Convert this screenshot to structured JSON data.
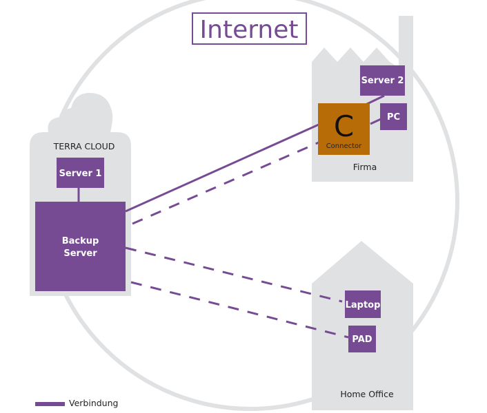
{
  "title": "Internet",
  "colors": {
    "purple": "#774b94",
    "connector": "#b86c08",
    "gray": "#e0e1e3",
    "text_dark": "#222222",
    "white": "#ffffff"
  },
  "locations": {
    "cloud": {
      "label": "TERRA CLOUD",
      "shape": "cloud"
    },
    "firma": {
      "label": "Firma",
      "shape": "factory"
    },
    "home_office": {
      "label": "Home Office",
      "shape": "house"
    }
  },
  "nodes": {
    "server1": {
      "label": "Server 1",
      "location": "cloud"
    },
    "backup_server": {
      "label_line1": "Backup",
      "label_line2": "Server",
      "location": "cloud"
    },
    "server2": {
      "label": "Server 2",
      "location": "firma"
    },
    "pc": {
      "label": "PC",
      "location": "firma"
    },
    "connector": {
      "letter": "C",
      "label": "Connector",
      "location": "firma"
    },
    "laptop": {
      "label": "Laptop",
      "location": "home_office"
    },
    "pad": {
      "label": "PAD",
      "location": "home_office"
    }
  },
  "connections": [
    {
      "from": "server1",
      "to": "backup_server",
      "style": "solid"
    },
    {
      "from": "backup_server",
      "to": "connector",
      "style": "solid"
    },
    {
      "from": "backup_server",
      "to": "connector",
      "style": "dashed"
    },
    {
      "from": "connector",
      "to": "server2",
      "style": "solid"
    },
    {
      "from": "connector",
      "to": "pc",
      "style": "solid"
    },
    {
      "from": "backup_server",
      "to": "laptop",
      "style": "dashed"
    },
    {
      "from": "backup_server",
      "to": "pad",
      "style": "dashed"
    }
  ],
  "legend": {
    "label": "Verbindung"
  }
}
